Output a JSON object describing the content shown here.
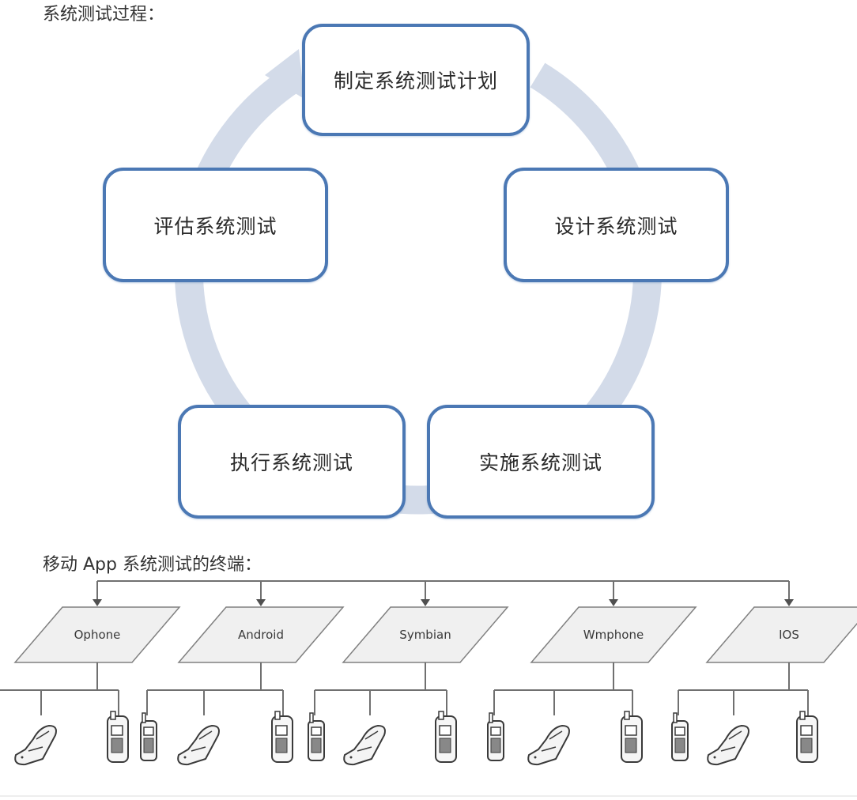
{
  "captions": {
    "process_title": "系统测试过程：",
    "terminals_title": "移动 App 系统测试的终端："
  },
  "cycle": {
    "steps": [
      {
        "label": "制定系统测试计划"
      },
      {
        "label": "设计系统测试"
      },
      {
        "label": "实施系统测试"
      },
      {
        "label": "执行系统测试"
      },
      {
        "label": "评估系统测试"
      }
    ],
    "colors": {
      "border": "#4b78b4",
      "ring": "#d3dbe9"
    }
  },
  "terminals": {
    "platforms": [
      {
        "label": "Ophone",
        "devices": [
          "flip-phone-icon",
          "candybar-phone-icon"
        ]
      },
      {
        "label": "Android",
        "devices": [
          "small-phone-icon",
          "flip-phone-icon",
          "candybar-phone-icon"
        ]
      },
      {
        "label": "Symbian",
        "devices": [
          "small-phone-icon",
          "flip-phone-icon",
          "candybar-phone-icon"
        ]
      },
      {
        "label": "Wmphone",
        "devices": [
          "small-phone-icon",
          "flip-phone-icon",
          "candybar-phone-icon"
        ]
      },
      {
        "label": "IOS",
        "devices": [
          "small-phone-icon",
          "flip-phone-icon",
          "candybar-phone-icon"
        ]
      }
    ],
    "colors": {
      "line": "#707070",
      "shape_fill": "#f0f0f0",
      "shape_stroke": "#808080"
    }
  }
}
